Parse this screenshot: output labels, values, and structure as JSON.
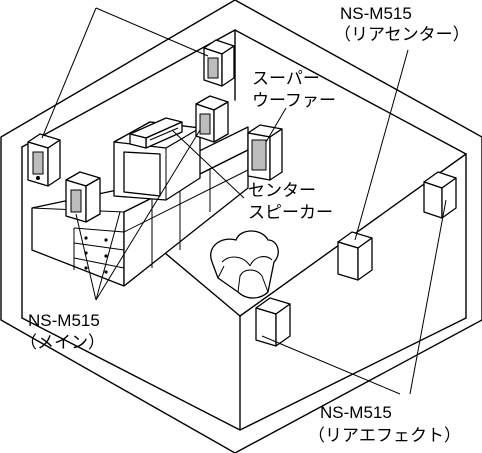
{
  "labels": {
    "rear_center": [
      "NS-M515",
      "（リアセンター）"
    ],
    "subwoofer": [
      "スーパー",
      "ウーファー"
    ],
    "center": [
      "センター",
      "スピーカー"
    ],
    "main": [
      "NS-M515",
      "（メイン）"
    ],
    "rear_effect": [
      "NS-M515",
      "（リアエフェクト）"
    ]
  }
}
